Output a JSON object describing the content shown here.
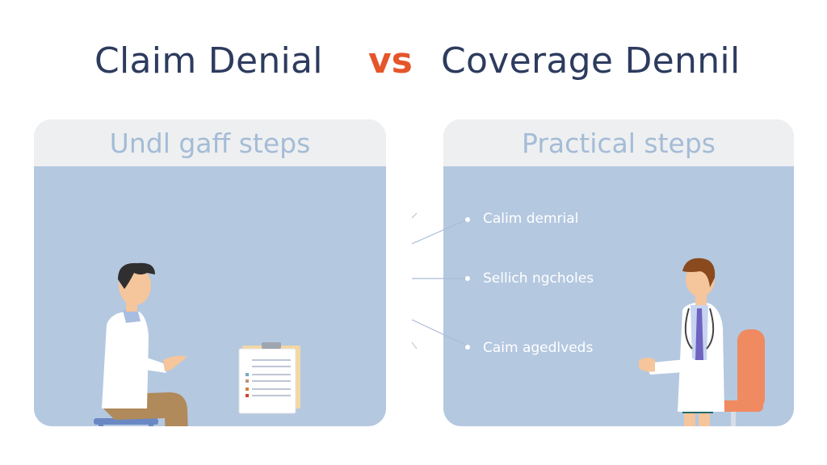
{
  "title": {
    "left": "Claim Denial",
    "vs": "vs",
    "right": "Coverage Dennil"
  },
  "colors": {
    "title_text": "#2d3b5e",
    "vs_accent": "#e5552a",
    "panel_bg": "#b4c8e0",
    "panel_header_bg": "#eeeff1",
    "panel_header_text": "#a4bcd6"
  },
  "panels": [
    {
      "heading": "Undl gaff steps",
      "illustration": "seated-person-with-clipboard"
    },
    {
      "heading": "Practical steps",
      "illustration": "doctor-standing-by-chair",
      "bullets": [
        {
          "label": "Calim demrial"
        },
        {
          "label": "Sellich ngcholes"
        },
        {
          "label": "Caim agedlveds"
        }
      ]
    }
  ]
}
